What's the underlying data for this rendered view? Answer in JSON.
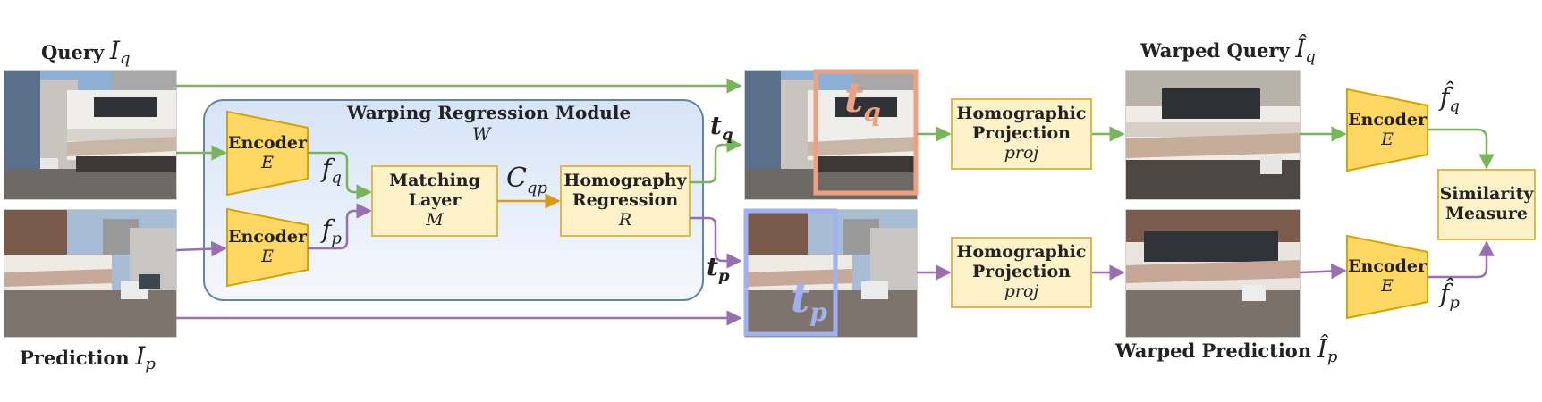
{
  "colors": {
    "green": "#7ab55c",
    "purple": "#9a6fb2",
    "orange": "#d99a1c",
    "box_fill": "#fff2c8",
    "box_stroke": "#e0b84a",
    "encoder_fill": "#ffd863",
    "encoder_stroke": "#d4a400",
    "module_fill": "#dce8f8",
    "module_stroke": "#6585a8",
    "tq_box": "#f0a080",
    "tp_box": "#a0b0f0"
  },
  "inputs": {
    "query": {
      "label": "Query",
      "symbol": "I",
      "sub": "q"
    },
    "prediction": {
      "label": "Prediction",
      "symbol": "I",
      "sub": "p"
    }
  },
  "module": {
    "title": "Warping Regression Module",
    "symbol": "W"
  },
  "encoder": {
    "label": "Encoder",
    "symbol": "E"
  },
  "features": {
    "fq": "f",
    "fq_sub": "q",
    "fp": "f",
    "fp_sub": "p"
  },
  "matching": {
    "line1": "Matching",
    "line2": "Layer",
    "symbol": "M"
  },
  "cost": {
    "symbol": "C",
    "sub": "qp"
  },
  "homography_regression": {
    "line1": "Homography",
    "line2": "Regression",
    "symbol": "R"
  },
  "transforms": {
    "tq": "t",
    "tq_sub": "q",
    "tp": "t",
    "tp_sub": "p"
  },
  "projection": {
    "line1": "Homographic",
    "line2": "Projection",
    "symbol": "proj"
  },
  "warped": {
    "query": {
      "label": "Warped Query",
      "symbol": "Î",
      "sub": "q"
    },
    "prediction": {
      "label": "Warped Prediction",
      "symbol": "Î",
      "sub": "p"
    }
  },
  "warped_features": {
    "fq": "f̂",
    "fq_sub": "q",
    "fp": "f̂",
    "fp_sub": "p"
  },
  "similarity": {
    "line1": "Similarity",
    "line2": "Measure"
  }
}
